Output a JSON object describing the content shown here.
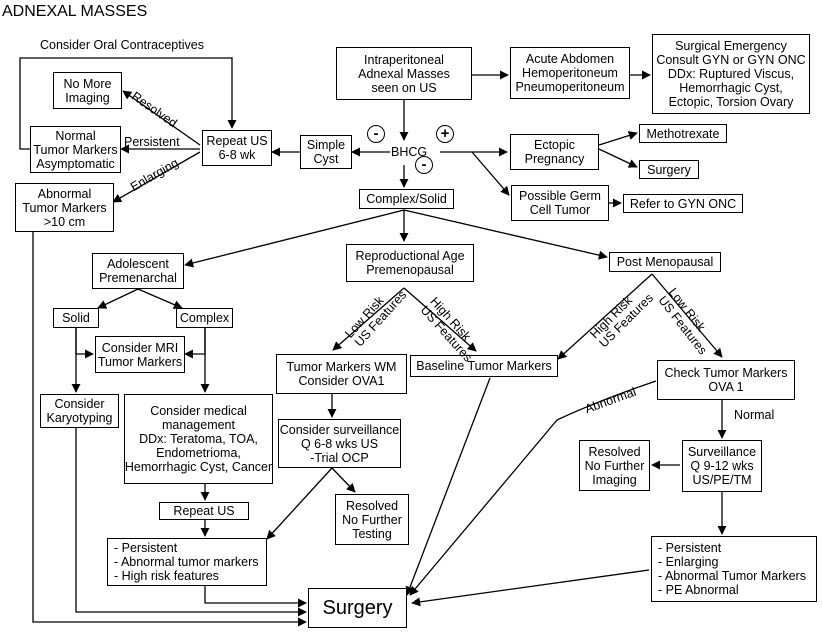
{
  "title": "ADNEXAL MASSES",
  "nodes": {
    "intraperitoneal": [
      "Intraperitoneal",
      "Adnexal Masses",
      "seen on US"
    ],
    "acute_abdomen": [
      "Acute Abdomen",
      "Hemoperitoneum",
      "Pneumoperitoneum"
    ],
    "surgical_emergency": [
      "Surgical Emergency",
      "Consult GYN or GYN ONC",
      "DDx: Ruptured Viscus,",
      "Hemorrhagic Cyst,",
      "Ectopic, Torsion Ovary"
    ],
    "no_more_imaging": [
      "No More",
      "Imaging"
    ],
    "normal_markers": [
      "Normal",
      "Tumor Markers",
      "Asymptomatic"
    ],
    "repeat_us_68": [
      "Repeat US",
      "6-8 wk"
    ],
    "simple_cyst": [
      "Simple",
      "Cyst"
    ],
    "bhcg": "BHCG",
    "ectopic": [
      "Ectopic",
      "Pregnancy"
    ],
    "methotrexate": "Methotrexate",
    "surgery_small": "Surgery",
    "abnormal_markers_10cm": [
      "Abnormal",
      "Tumor Markers",
      ">10 cm"
    ],
    "complex_solid": "Complex/Solid",
    "germ_cell": [
      "Possible Germ",
      "Cell Tumor"
    ],
    "refer_gyn_onc": "Refer to GYN ONC",
    "adolescent": [
      "Adolescent",
      "Premenarchal"
    ],
    "reproductional": [
      "Reproductional Age",
      "Premenopausal"
    ],
    "post_menopausal": "Post Menopausal",
    "solid": "Solid",
    "complex": "Complex",
    "consider_mri": [
      "Consider MRI",
      "Tumor Markers"
    ],
    "karyotyping": [
      "Consider",
      "Karyotyping"
    ],
    "medical_mgmt": [
      "Consider medical",
      "management",
      "DDx: Teratoma, TOA,",
      "Endometrioma,",
      "Hemorrhagic Cyst, Cancer"
    ],
    "tumor_markers_wm": [
      "Tumor Markers WM",
      "Consider OVA1"
    ],
    "baseline_markers": "Baseline Tumor Markers",
    "check_markers": [
      "Check Tumor Markers",
      "OVA 1"
    ],
    "surveillance_68": [
      "Consider surveillance",
      "Q 6-8 wks US",
      "-Trial OCP"
    ],
    "resolved_testing": [
      "Resolved",
      "No Further",
      "Testing"
    ],
    "resolved_imaging": [
      "Resolved",
      "No Further",
      "Imaging"
    ],
    "surveillance_912": [
      "Surveillance",
      "Q 9-12 wks",
      "US/PE/TM"
    ],
    "repeat_us": "Repeat US",
    "persistent_list_left": [
      "- Persistent",
      "- Abnormal tumor markers",
      "- High risk features"
    ],
    "persistent_list_right": [
      "- Persistent",
      "- Enlarging",
      "- Abnormal Tumor Markers",
      "- PE Abnormal"
    ],
    "surgery_main": "Surgery"
  },
  "labels": {
    "consider_ocp": "Consider Oral Contraceptives",
    "resolved": "Resolved",
    "persistent": "Persistent",
    "enlarging": "Enlarging",
    "minus_sign": "-",
    "plus_sign": "+",
    "low_risk_us_left": [
      "Low Risk",
      "US Features"
    ],
    "high_risk_us_left": [
      "High Risk",
      "US Features"
    ],
    "high_risk_us_right": [
      "High Risk",
      "US Features"
    ],
    "low_risk_us_right": [
      "Low Risk",
      "US Features"
    ],
    "abnormal": "Abnormal",
    "normal": "Normal"
  }
}
